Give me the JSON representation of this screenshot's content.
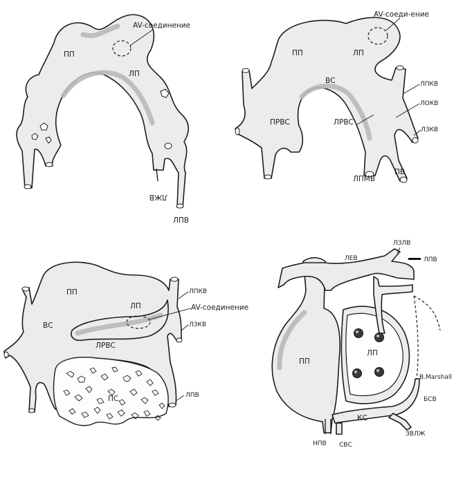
{
  "panel_a": {
    "pp": "ПП",
    "lp": "ЛП",
    "av": "AV-соединение",
    "lzhv": "ЛЖВ",
    "lpv": "ЛПВ"
  },
  "panel_b": {
    "av": "AV-соеди-ение",
    "pp": "ПП",
    "lp": "ЛП",
    "vs": "ВС",
    "lpkv": "ЛПКВ",
    "lokv": "ЛОКВ",
    "lzkv": "ЛЗКВ",
    "prvs": "ПРВС",
    "lrvs": "ЛРВС",
    "lpmv": "ЛПМВ",
    "pv": "ПВ"
  },
  "panel_c": {
    "pp": "ПП",
    "lp": "ЛП",
    "vs": "ВС",
    "lpkv": "ЛПКВ",
    "av": "AV-соединение",
    "lzkv": "ЛЗКВ",
    "lrvs": "ЛРВС",
    "ps": "ПС",
    "lpv": "ЛПВ"
  },
  "panel_d": {
    "lzlv": "ЛЗЛВ",
    "lev": "ЛЕВ",
    "lpv": "ЛПВ",
    "pp": "ПП",
    "lp": "ЛП",
    "marshall": "В.Marshall",
    "bsv": "БСВ",
    "zvlzh": "ЗВЛЖ",
    "ks": "КС",
    "npv": "НПВ",
    "svs": "СВС"
  }
}
